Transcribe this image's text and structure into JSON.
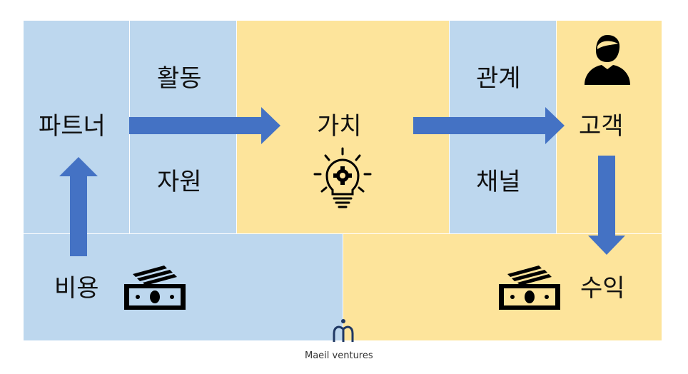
{
  "canvas": {
    "blocks": {
      "partner": "파트너",
      "activity": "활동",
      "resource": "자원",
      "value": "가치",
      "relation": "관계",
      "channel": "채널",
      "customer": "고객",
      "cost": "비용",
      "revenue": "수익"
    }
  },
  "brand": {
    "name": "Maeil ventures"
  },
  "colors": {
    "blue_block": "#bdd7ee",
    "yellow_block": "#fde49b",
    "arrow": "#4472c4",
    "icon": "#000000"
  },
  "icons": [
    "person-icon",
    "lightbulb-gear-icon",
    "money-icon",
    "money-icon",
    "brand-logo-icon"
  ]
}
